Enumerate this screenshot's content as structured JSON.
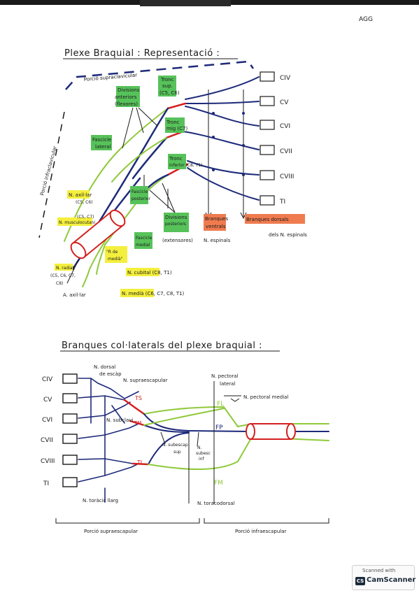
{
  "header": {
    "code": "AGG"
  },
  "top": {
    "title": "Plexe Braquial : Representació :",
    "portion_supra": "Porció supraclavicular",
    "portion_infra": "Porció infraclavicular",
    "roots": [
      "CIV",
      "CV",
      "CVI",
      "CVII",
      "CVIII",
      "TI"
    ],
    "labels": {
      "div_ant_1": "Divisions",
      "div_ant_2": "anteriors",
      "div_ant_3": "(flexores)",
      "trunk_sup_1": "Tronc",
      "trunk_sup_2": "sup.",
      "trunk_sup_3": "(C5, C6)",
      "trunk_mid_1": "Tronc",
      "trunk_mid_2": "mig (C7)",
      "trunk_inf_1": "Tronc",
      "trunk_inf_2": "inferior (C8, T1)",
      "fasc_lat_1": "Fascicle",
      "fasc_lat_2": "lateral",
      "fasc_post_1": "Fascicle",
      "fasc_post_2": "posterior",
      "fasc_med_1": "Fascicle",
      "fasc_med_2": "medial",
      "n_axil_1": "N. axil·lar",
      "n_axil_2": "(C5, C6)",
      "n_musc_1": "N. musculocutani",
      "n_musc_2": "(C5, C7)",
      "n_radial_1": "N. radial",
      "n_radial_2": "(C5, C6, C7,",
      "n_radial_3": "C8)",
      "a_axil": "A. axil·lar",
      "n_media_arrel_1": "\"R de",
      "n_media_arrel_2": "medià\"",
      "n_cubital": "N. cubital (C8, T1)",
      "n_media": "N. medià (C6, C7, C8, T1)",
      "div_post_1": "Divisions",
      "div_post_2": "posteriors",
      "div_post_3": "(extensores)",
      "br_ventrals_1": "Branques",
      "br_ventrals_2": "ventrals",
      "br_ventrals_3": "N. espinals",
      "br_dorsals_1": "Branques dorsals",
      "br_dorsals_2": "dels N. espinals"
    }
  },
  "bottom": {
    "title": "Branques col·laterals del plexe braquial :",
    "roots": [
      "CIV",
      "CV",
      "CVI",
      "CVII",
      "CVIII",
      "TI"
    ],
    "labels": {
      "n_dorsal_1": "N. dorsal",
      "n_dorsal_2": "de escàp",
      "n_supraesc": "N. supraescapular",
      "n_subclavi": "N. subclavi",
      "ts": "TS",
      "tm": "TM",
      "ti": "TI",
      "fl": "FL",
      "fp": "FP",
      "fm": "FM",
      "n_pect_lat_1": "N. pectoral",
      "n_pect_lat_2": "lateral",
      "n_pect_med": "N. pectoral medial",
      "n_subesc_sup_1": "N. subescap",
      "n_subesc_sup_2": "sup",
      "n_subesc_inf_1": "N.",
      "n_subesc_inf_2": "subesc",
      "n_subesc_inf_3": "inf",
      "n_toracic_llarg": "N. toràcic llarg",
      "n_toracodorsal": "N. toracodorsal",
      "porcio_supraesc": "Porció supraescapular",
      "porcio_infraesc": "Porció infraescapular"
    }
  },
  "colors": {
    "blue": "#1d2a7a",
    "green": "#8fc93a",
    "red": "#d42020",
    "hl_yellow": "#f4ef3d",
    "hl_green": "#57c25a",
    "hl_orange": "#ef7b4f"
  },
  "scanner": {
    "line1": "Scanned with",
    "logo": "CS",
    "line2": "CamScanner"
  }
}
